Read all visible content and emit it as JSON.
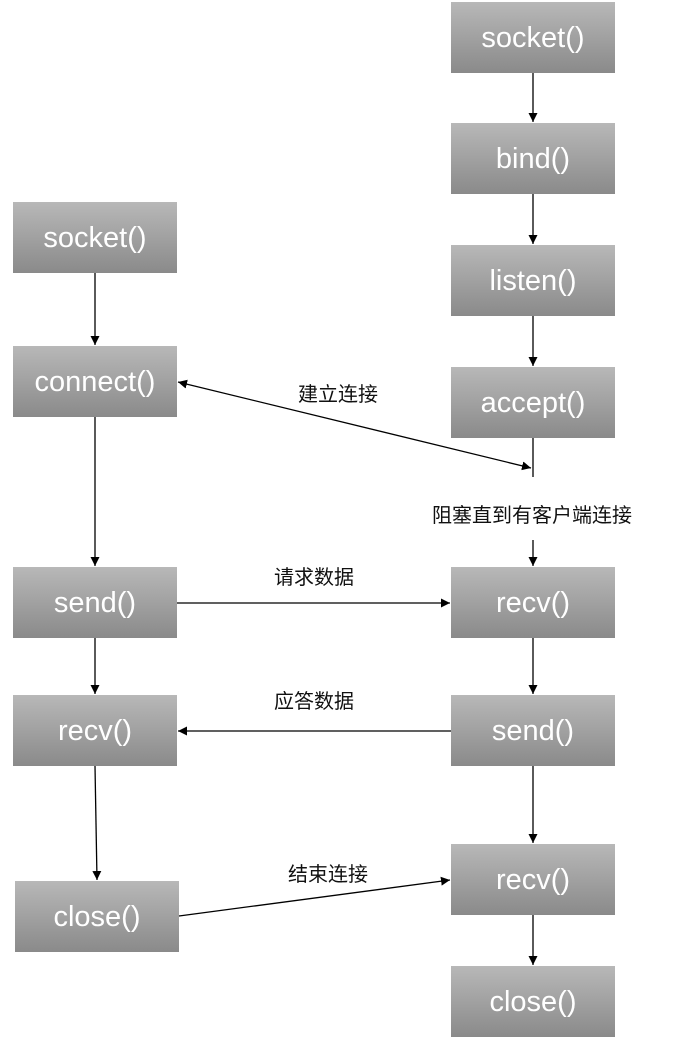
{
  "server": {
    "socket": "socket()",
    "bind": "bind()",
    "listen": "listen()",
    "accept": "accept()",
    "recv1": "recv()",
    "send": "send()",
    "recv2": "recv()",
    "close": "close()"
  },
  "client": {
    "socket": "socket()",
    "connect": "connect()",
    "send": "send()",
    "recv": "recv()",
    "close": "close()"
  },
  "labels": {
    "establish": "建立连接",
    "blocking": "阻塞直到有客户端连接",
    "request": "请求数据",
    "response": "应答数据",
    "terminate": "结束连接"
  },
  "colors": {
    "box_top": "#b5b5b5",
    "box_bottom": "#8c8c8c",
    "box_text": "#ffffff",
    "line": "#000000"
  }
}
